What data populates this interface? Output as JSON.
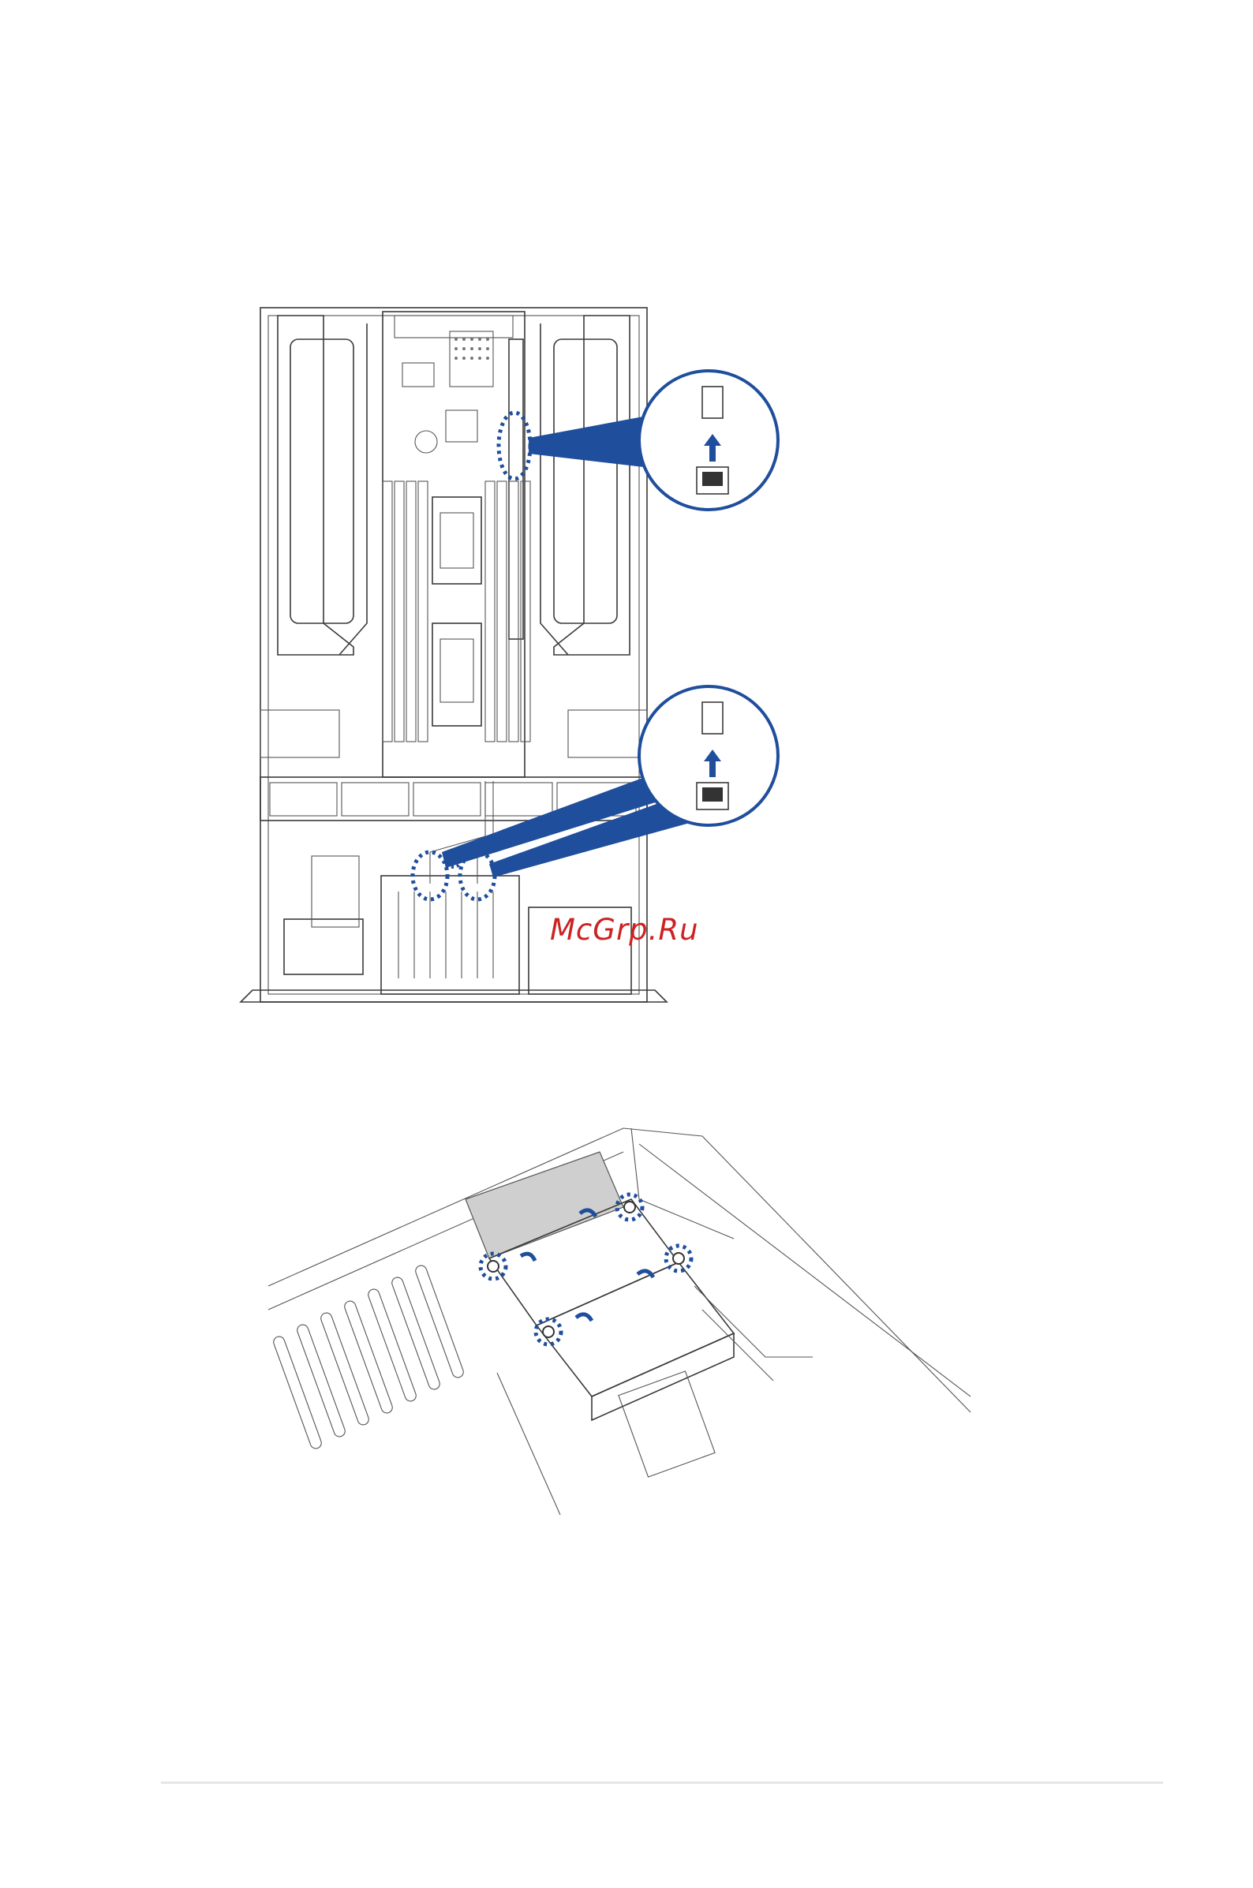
{
  "page": {
    "background": "#ffffff"
  },
  "watermark": {
    "text": "McGrp.Ru",
    "color": "#cc2222"
  },
  "figures": [
    {
      "name": "server-top-view",
      "callouts": 2,
      "callout_color": "#1f4e9c"
    },
    {
      "name": "bracket-screw-view",
      "screws": 4,
      "callout_color": "#1f4e9c"
    }
  ],
  "colors": {
    "line": "#3a3a3a",
    "accent": "#1f4e9c",
    "footer_rule": "#e6e6e6"
  }
}
